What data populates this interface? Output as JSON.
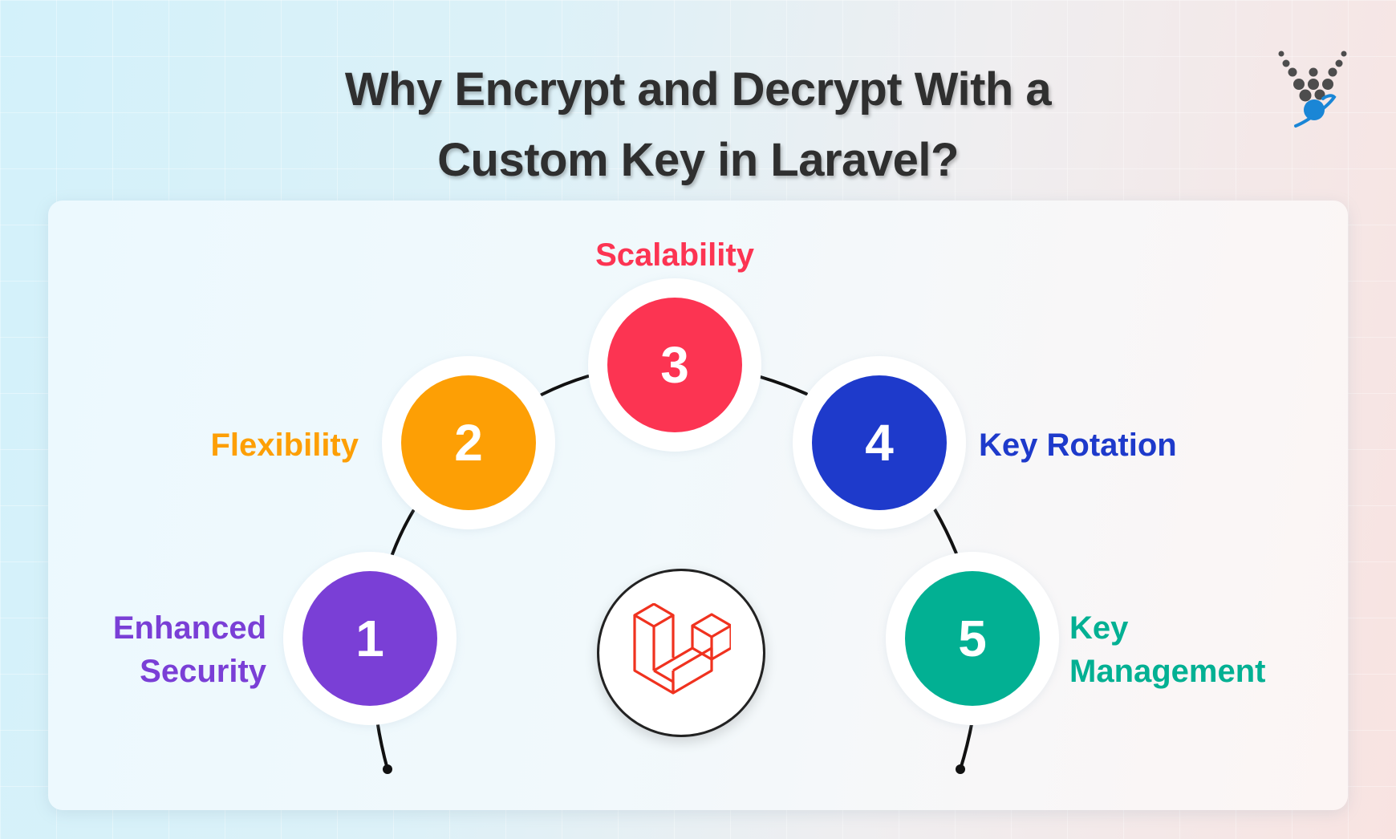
{
  "title": {
    "line1": "Why Encrypt and Decrypt With a",
    "line2": "Custom Key in Laravel?"
  },
  "logo": {
    "icon": "brand-logo-icon"
  },
  "center_icon": {
    "icon": "laravel-logo-icon",
    "color": "#f0321f"
  },
  "steps": [
    {
      "number": "1",
      "label_line1": "Enhanced",
      "label_line2": "Security",
      "color": "#7a3fd6"
    },
    {
      "number": "2",
      "label_line1": "Flexibility",
      "label_line2": "",
      "color": "#fd9f05"
    },
    {
      "number": "3",
      "label_line1": "Scalability",
      "label_line2": "",
      "color": "#fc3452"
    },
    {
      "number": "4",
      "label_line1": "Key Rotation",
      "label_line2": "",
      "color": "#1e3acb"
    },
    {
      "number": "5",
      "label_line1": "Key",
      "label_line2": "Management",
      "color": "#02b093"
    }
  ]
}
